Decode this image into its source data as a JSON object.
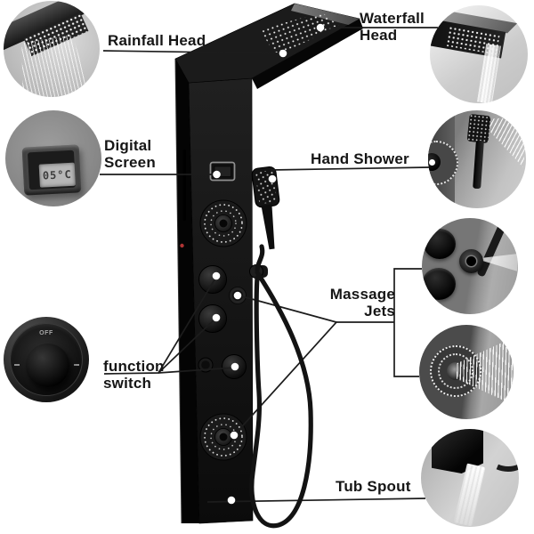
{
  "page": {
    "background": "#ffffff",
    "description": "annotated shower panel tower product diagram"
  },
  "colors": {
    "text": "#161616",
    "callout_line": "#1c1c1c",
    "product_black": "#141414",
    "inset_gray": "#a8a8a8",
    "connector_dot": "#ffffff",
    "led_red": "#b03434"
  },
  "callouts": {
    "rainfall_head": {
      "label": "Rainfall Head"
    },
    "waterfall_head": {
      "label": "Waterfall\nHead"
    },
    "digital_screen": {
      "label": "Digital\nScreen"
    },
    "hand_shower": {
      "label": "Hand Shower"
    },
    "massage_jets": {
      "label": "Massage\nJets"
    },
    "function_switch": {
      "label": "function\nswitch"
    },
    "tub_spout": {
      "label": "Tub Spout"
    }
  },
  "product": {
    "digital_display_value": "05°C",
    "function_switch_marking": "OFF"
  },
  "insets": {
    "rainfall": "rainfall-head-closeup",
    "digital": "digital-screen-closeup",
    "function": "function-switch-closeup",
    "waterfall": "waterfall-head-closeup",
    "hand_shower": "hand-shower-closeup",
    "massage_nozzle": "massage-jet-nozzle-closeup",
    "massage_spray": "massage-jet-spray-closeup",
    "tub_spout": "tub-spout-closeup"
  }
}
